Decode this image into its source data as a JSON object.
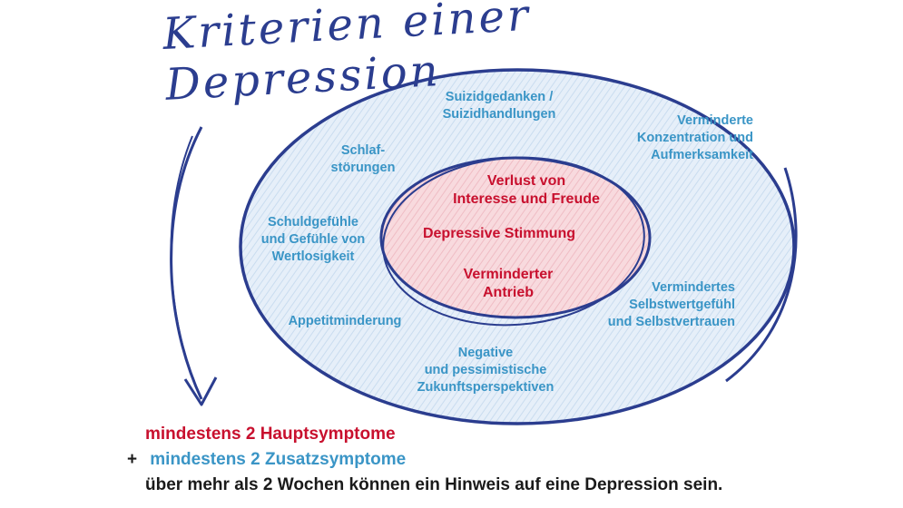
{
  "title": "Kriterien einer\nDepression",
  "core_symptoms": [
    "Verlust von\nInteresse und Freude",
    "Depressive Stimmung",
    "Verminderter\nAntrieb"
  ],
  "additional_symptoms": [
    "Suizidgedanken /\nSuizidhandlungen",
    "Verminderte\nKonzentration und\nAufmerksamkeit",
    "Schlaf-\nstörungen",
    "Schuldgefühle\nund Gefühle von\nWertlosigkeit",
    "Appetitminderung",
    "Negative\nund pessimistische\nZukunftsperspektiven",
    "Vermindertes\nSelbstwertgefühl\nund Selbstvertrauen"
  ],
  "footer": {
    "line1": "mindestens 2 Hauptsymptome",
    "plus": "+",
    "line2": "mindestens 2 Zusatzsymptome",
    "line3": "über mehr als 2 Wochen können ein Hinweis auf eine Depression sein."
  },
  "colors": {
    "outline": "#2b3d8f",
    "core_text": "#c8102e",
    "outer_text": "#3a95c6",
    "footer_text": "#1a1a1a",
    "outer_fill": "#dbe8f6",
    "inner_fill": "#f6cfd4"
  }
}
